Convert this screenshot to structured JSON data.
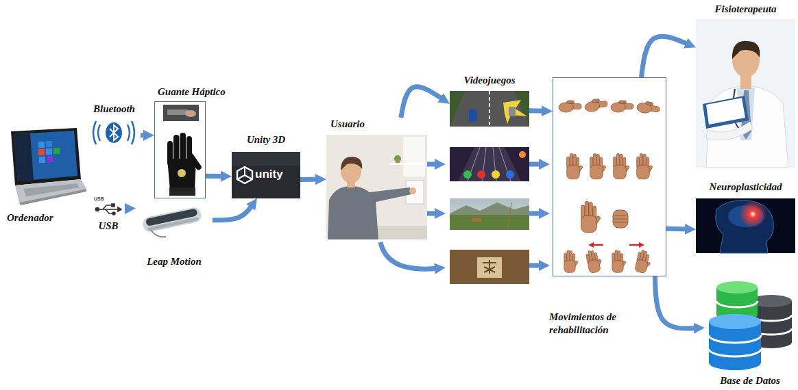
{
  "diagram": {
    "nodes": [
      {
        "text": [
          "Ordenador"
        ]
      },
      {
        "text": [
          "Bluetooth"
        ]
      },
      {
        "text": [
          "USB"
        ]
      },
      {
        "text": [
          "Guante Háptico"
        ]
      },
      {
        "text": [
          "Leap Motion"
        ]
      },
      {
        "text": [
          "Unity 3D"
        ]
      },
      {
        "text": [
          "Usuario"
        ]
      },
      {
        "text": [
          "Videojuegos"
        ]
      },
      {
        "text": [
          "Movimientos de rehabilitación"
        ]
      },
      {
        "text": [
          "Fisioterapeuta"
        ]
      },
      {
        "text": [
          "Neuroplasticidad"
        ]
      },
      {
        "text": [
          "Base de Datos"
        ]
      }
    ],
    "edges": [
      {
        "from": 1,
        "to": 3,
        "arrow": "to"
      },
      {
        "from": 2,
        "to": 4,
        "arrow": "to"
      },
      {
        "from": 3,
        "to": 5,
        "arrow": "to"
      },
      {
        "from": 4,
        "to": 5,
        "arrow": "to"
      },
      {
        "from": 5,
        "to": 6,
        "arrow": "to"
      },
      {
        "from": 6,
        "to": 7,
        "arrow": "to"
      },
      {
        "from": 7,
        "to": 8,
        "arrow": "to"
      },
      {
        "from": 8,
        "to": 9,
        "arrow": "to"
      },
      {
        "from": 8,
        "to": 10,
        "arrow": "to"
      },
      {
        "from": 8,
        "to": 11,
        "arrow": "to"
      }
    ],
    "labels": [
      "USB",
      "unity"
    ]
  }
}
